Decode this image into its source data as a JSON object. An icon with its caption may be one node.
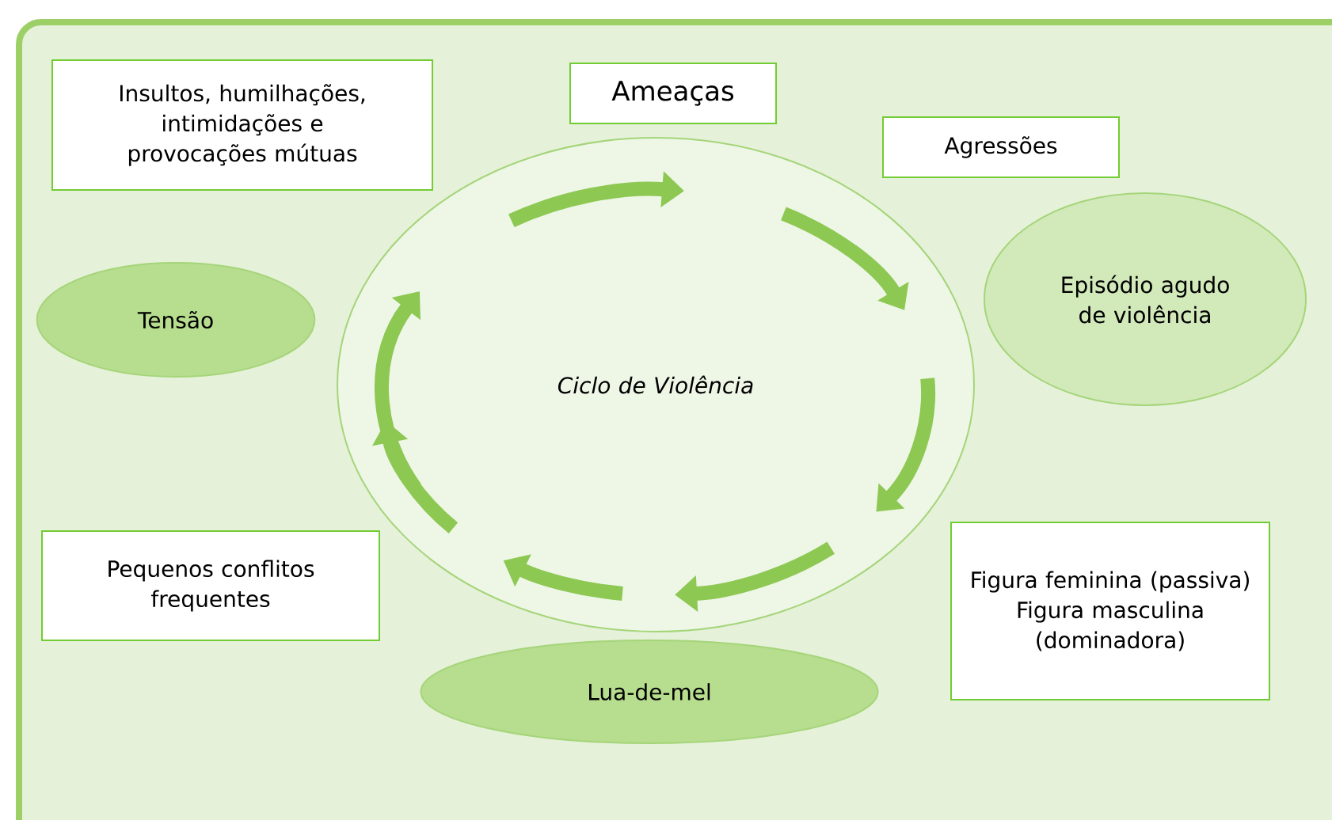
{
  "diagram": {
    "nodes": [
      {
        "text": [
          "Insultos, humilhações, intimidações e provocações mútuas"
        ]
      },
      {
        "text": [
          "Ameaças"
        ]
      },
      {
        "text": [
          "Agressões"
        ]
      },
      {
        "text": [
          "Tensão"
        ]
      },
      {
        "text": [
          "*Ciclo de Violência*"
        ]
      },
      {
        "text": [
          "Episódio agudo de violência"
        ]
      },
      {
        "text": [
          "Pequenos conflitos frequentes"
        ]
      },
      {
        "text": [
          "Figura feminina (passiva)",
          "Figura masculina (dominadora)"
        ]
      },
      {
        "text": [
          "Lua-de-mel"
        ]
      }
    ]
  }
}
